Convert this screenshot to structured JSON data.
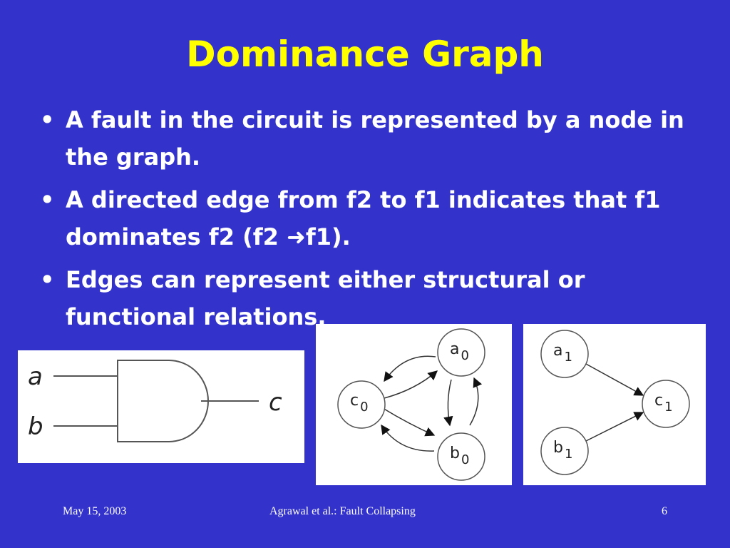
{
  "slide": {
    "title": "Dominance Graph",
    "bullets": [
      {
        "text": "A fault in the circuit is represented by a node in the graph."
      },
      {
        "text_before": "A directed edge from f2 to f1 indicates that f1 dominates f2 (f2 ",
        "arrow": "➜",
        "text_after": "f1)."
      },
      {
        "text": "Edges can represent either structural or functional relations."
      }
    ],
    "bullet_symbol": "•"
  },
  "gate_diagram": {
    "inputs": [
      "a",
      "b"
    ],
    "output": "c"
  },
  "graph_left": {
    "nodes": [
      {
        "letter": "a",
        "sub": "0"
      },
      {
        "letter": "c",
        "sub": "0"
      },
      {
        "letter": "b",
        "sub": "0"
      }
    ]
  },
  "graph_right": {
    "nodes": [
      {
        "letter": "a",
        "sub": "1"
      },
      {
        "letter": "b",
        "sub": "1"
      },
      {
        "letter": "c",
        "sub": "1"
      }
    ]
  },
  "footer": {
    "date": "May 15, 2003",
    "center": "Agrawal et al.: Fault Collapsing",
    "page": "6"
  }
}
